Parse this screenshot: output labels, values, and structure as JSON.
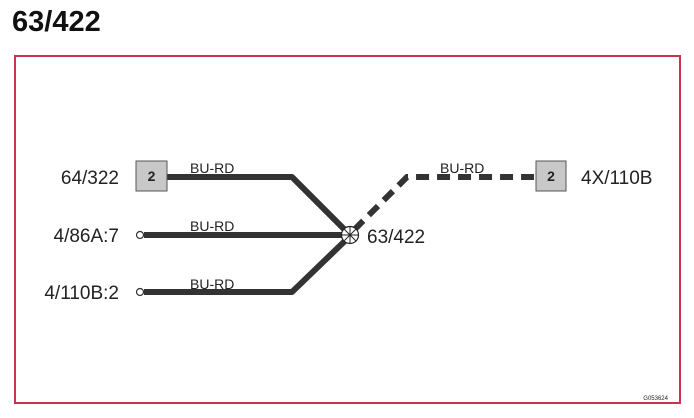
{
  "page_title": "63/422",
  "colors": {
    "frame": "#c8334f",
    "wire": "#333333",
    "box_fill": "#c8c8c8"
  },
  "connectors": {
    "left_top": {
      "label": "64/322",
      "pin": "2"
    },
    "left_mid": {
      "label": "4/86A:7"
    },
    "left_bottom": {
      "label": "4/110B:2"
    },
    "right": {
      "label": "4X/110B",
      "pin": "2"
    }
  },
  "splice": {
    "label": "63/422"
  },
  "wires": {
    "top": {
      "color_code": "BU-RD"
    },
    "mid": {
      "color_code": "BU-RD"
    },
    "bottom": {
      "color_code": "BU-RD"
    },
    "right": {
      "color_code": "BU-RD",
      "style": "dashed"
    }
  },
  "figure_ref": "G053624"
}
